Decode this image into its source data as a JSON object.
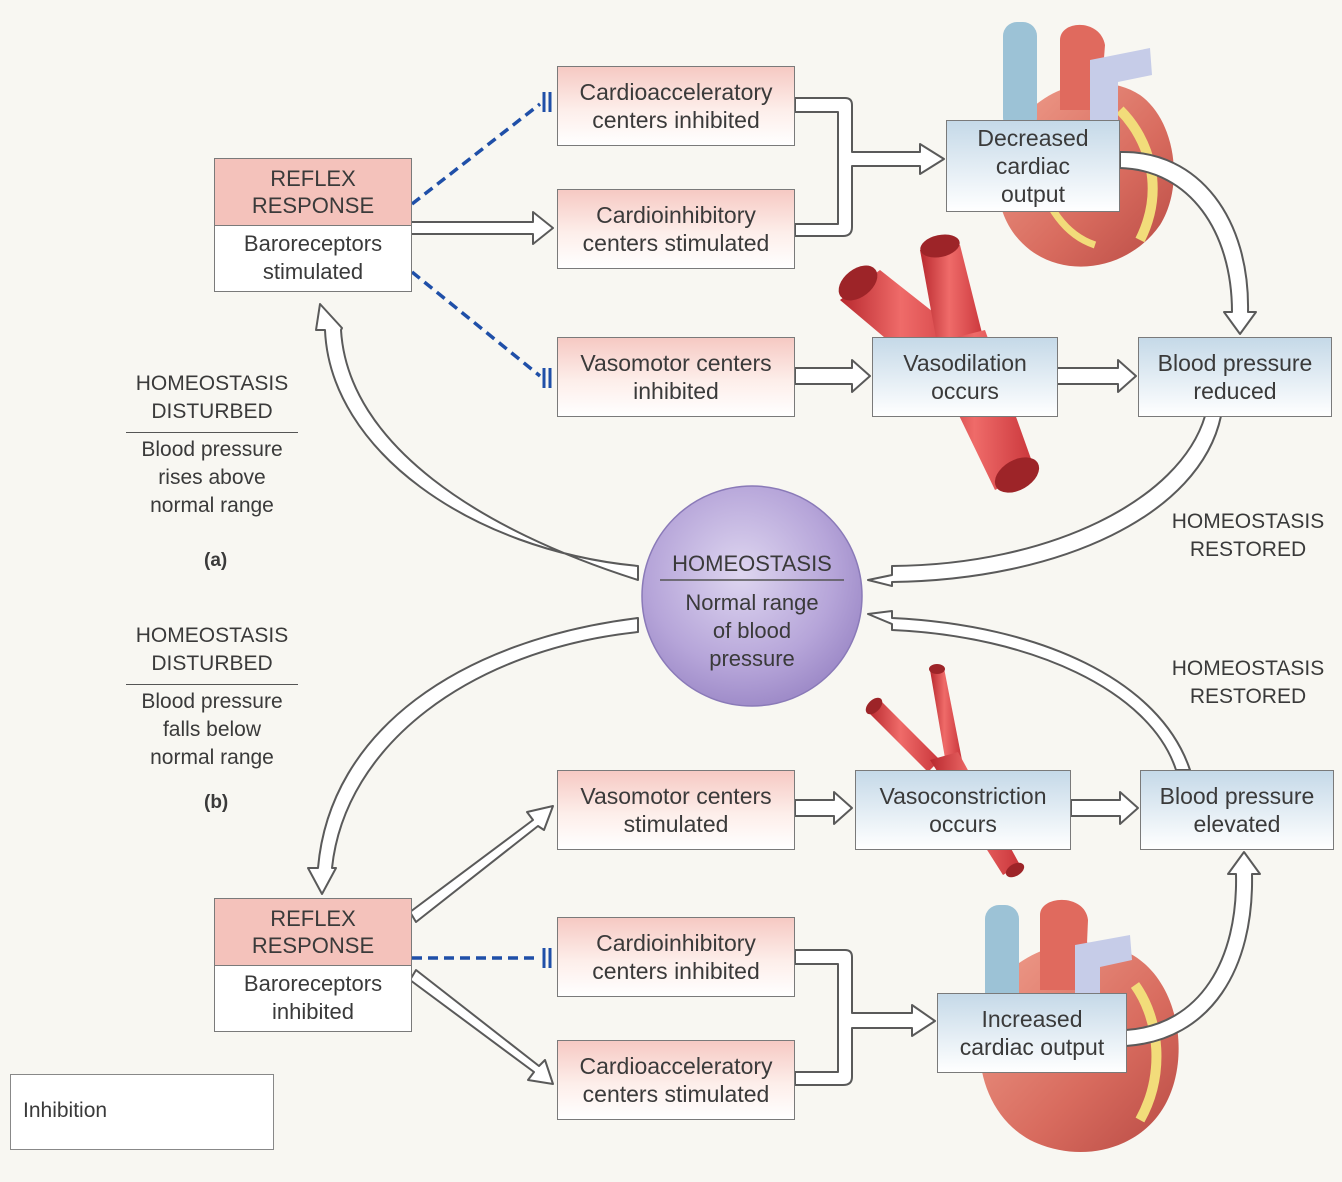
{
  "panel_a": {
    "reflex_header": "REFLEX\nRESPONSE",
    "reflex_body": "Baroreceptors\nstimulated",
    "cardioaccel": "Cardioacceleratory\ncenters inhibited",
    "cardioinhib": "Cardioinhibitory\ncenters stimulated",
    "vasomotor": "Vasomotor centers\ninhibited",
    "vaso_effect": "Vasodilation\noccurs",
    "cardiac_output": "Decreased\ncardiac\noutput",
    "bp_result": "Blood pressure\nreduced",
    "disturbed_title": "HOMEOSTASIS\nDISTURBED",
    "disturbed_text": "Blood pressure\nrises above\nnormal range",
    "restored": "HOMEOSTASIS\nRESTORED",
    "label": "(a)"
  },
  "center": {
    "title": "HOMEOSTASIS",
    "text": "Normal range\nof blood\npressure"
  },
  "panel_b": {
    "reflex_header": "REFLEX\nRESPONSE",
    "reflex_body": "Baroreceptors\ninhibited",
    "vasomotor": "Vasomotor centers\nstimulated",
    "vaso_effect": "Vasoconstriction\noccurs",
    "bp_result": "Blood pressure\nelevated",
    "cardioinhib": "Cardioinhibitory\ncenters inhibited",
    "cardioaccel": "Cardioacceleratory\ncenters stimulated",
    "cardiac_output": "Increased\ncardiac output",
    "disturbed_title": "HOMEOSTASIS\nDISTURBED",
    "disturbed_text": "Blood pressure\nfalls below\nnormal range",
    "restored": "HOMEOSTASIS\nRESTORED",
    "label": "(b)"
  },
  "legend": {
    "label": "Inhibition"
  },
  "colors": {
    "inhibition": "#1f4fa8",
    "pink_box": "#f4c2bb",
    "blue_box": "#c5d9e8",
    "circle": "#b6a5d9",
    "vessel": "#d9474a"
  }
}
